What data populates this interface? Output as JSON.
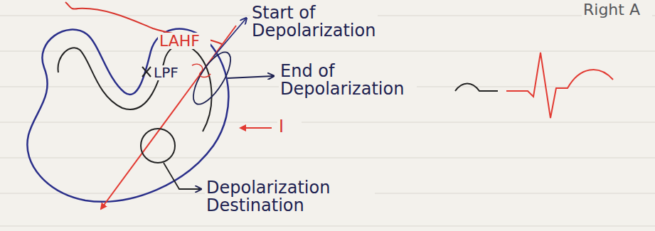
{
  "diagram": {
    "labels": [
      "Start of Depolarization",
      "End of Depolarization",
      "I",
      "LAHF",
      "LPF",
      "Depolarization Destination",
      "Right A"
    ]
  }
}
